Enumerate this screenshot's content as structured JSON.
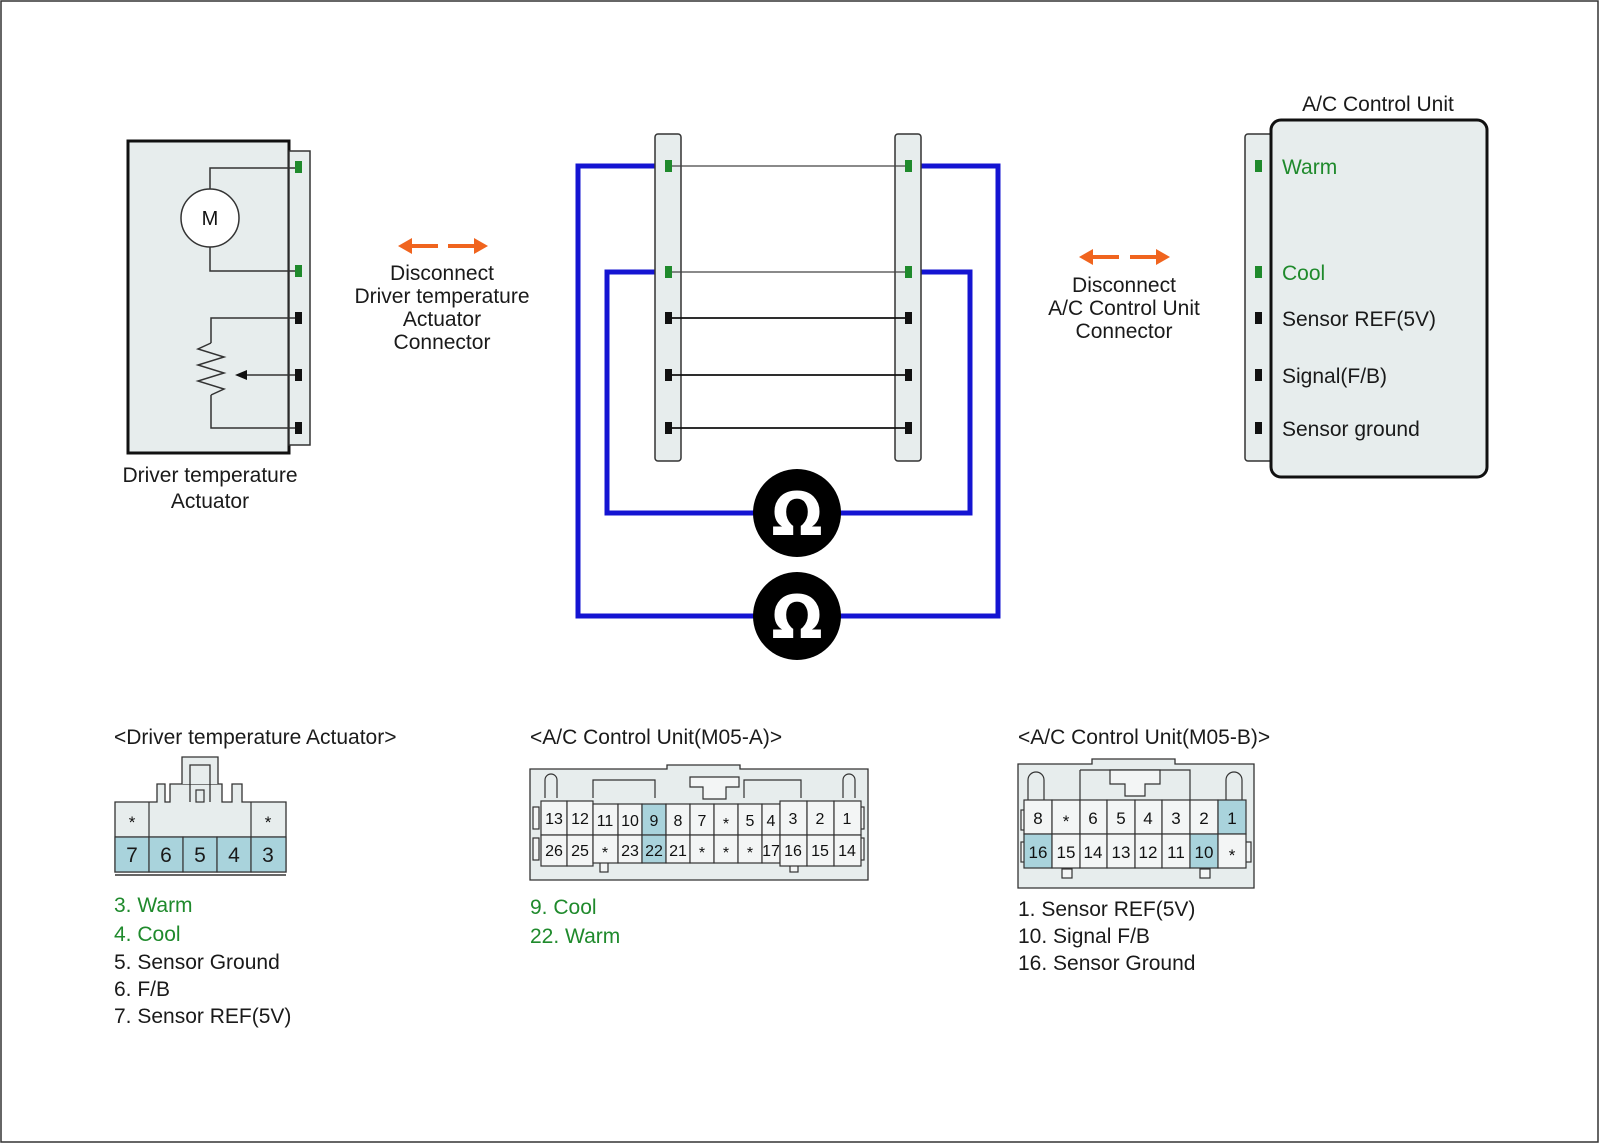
{
  "actuator": {
    "title_line1": "Driver temperature",
    "title_line2": "Actuator",
    "motor_label": "M"
  },
  "disconnect_left": {
    "line1": "Disconnect",
    "line2": "Driver temperature",
    "line3": "Actuator",
    "line4": "Connector"
  },
  "disconnect_right": {
    "line1": "Disconnect",
    "line2": "A/C Control Unit",
    "line3": "Connector"
  },
  "control_unit": {
    "title": "A/C Control Unit",
    "pins": [
      "Warm",
      "Cool",
      "Sensor REF(5V)",
      "Signal(F/B)",
      "Sensor ground"
    ]
  },
  "meters": {
    "symbol": "Ω"
  },
  "connector_actuator": {
    "title": "<Driver temperature Actuator>",
    "top_row": [
      "*",
      "*"
    ],
    "bottom_row": [
      "7",
      "6",
      "5",
      "4",
      "3"
    ],
    "legend": [
      "3. Warm",
      "4. Cool",
      "5. Sensor Ground",
      "6. F/B",
      "7. Sensor REF(5V)"
    ]
  },
  "connector_m05a": {
    "title": "<A/C Control Unit(M05-A)>",
    "top_row": [
      "13",
      "12",
      "11",
      "10",
      "9",
      "8",
      "7",
      "*",
      "5",
      "4",
      "3",
      "2",
      "1"
    ],
    "bottom_row": [
      "26",
      "25",
      "*",
      "23",
      "22",
      "21",
      "*",
      "*",
      "*",
      "17",
      "16",
      "15",
      "14"
    ],
    "legend": [
      "9. Cool",
      "22. Warm"
    ]
  },
  "connector_m05b": {
    "title": "<A/C Control Unit(M05-B)>",
    "top_row": [
      "8",
      "*",
      "6",
      "5",
      "4",
      "3",
      "2",
      "1"
    ],
    "bottom_row": [
      "16",
      "15",
      "14",
      "13",
      "12",
      "11",
      "10",
      "*"
    ],
    "legend": [
      "1. Sensor REF(5V)",
      "10. Signal F/B",
      "16. Sensor Ground"
    ]
  },
  "colors": {
    "wire_blue": "#1414d2",
    "arrow_orange": "#f0641e",
    "highlight_green": "#1f8a2c",
    "pin_highlight": "#a9d3dc"
  }
}
